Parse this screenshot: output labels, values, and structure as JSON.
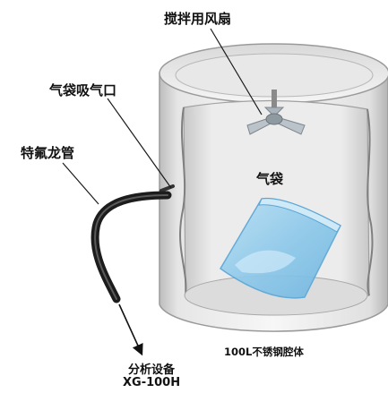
{
  "labels": {
    "fan": "搅拌用风扇",
    "inlet": "气袋吸气口",
    "tube": "特氟龙管",
    "bag": "气袋",
    "chamber": "100L不锈钢腔体",
    "device_name": "分析设备",
    "device_model": "XG-100H"
  },
  "colors": {
    "chamber_light": "#f2f2f2",
    "chamber_mid": "#cfcfcf",
    "chamber_dark": "#9a9a9a",
    "bag_fill": "#8ec9ea",
    "bag_edge": "#5aa6d6",
    "tube": "#222222",
    "line": "#1a1a1a"
  }
}
